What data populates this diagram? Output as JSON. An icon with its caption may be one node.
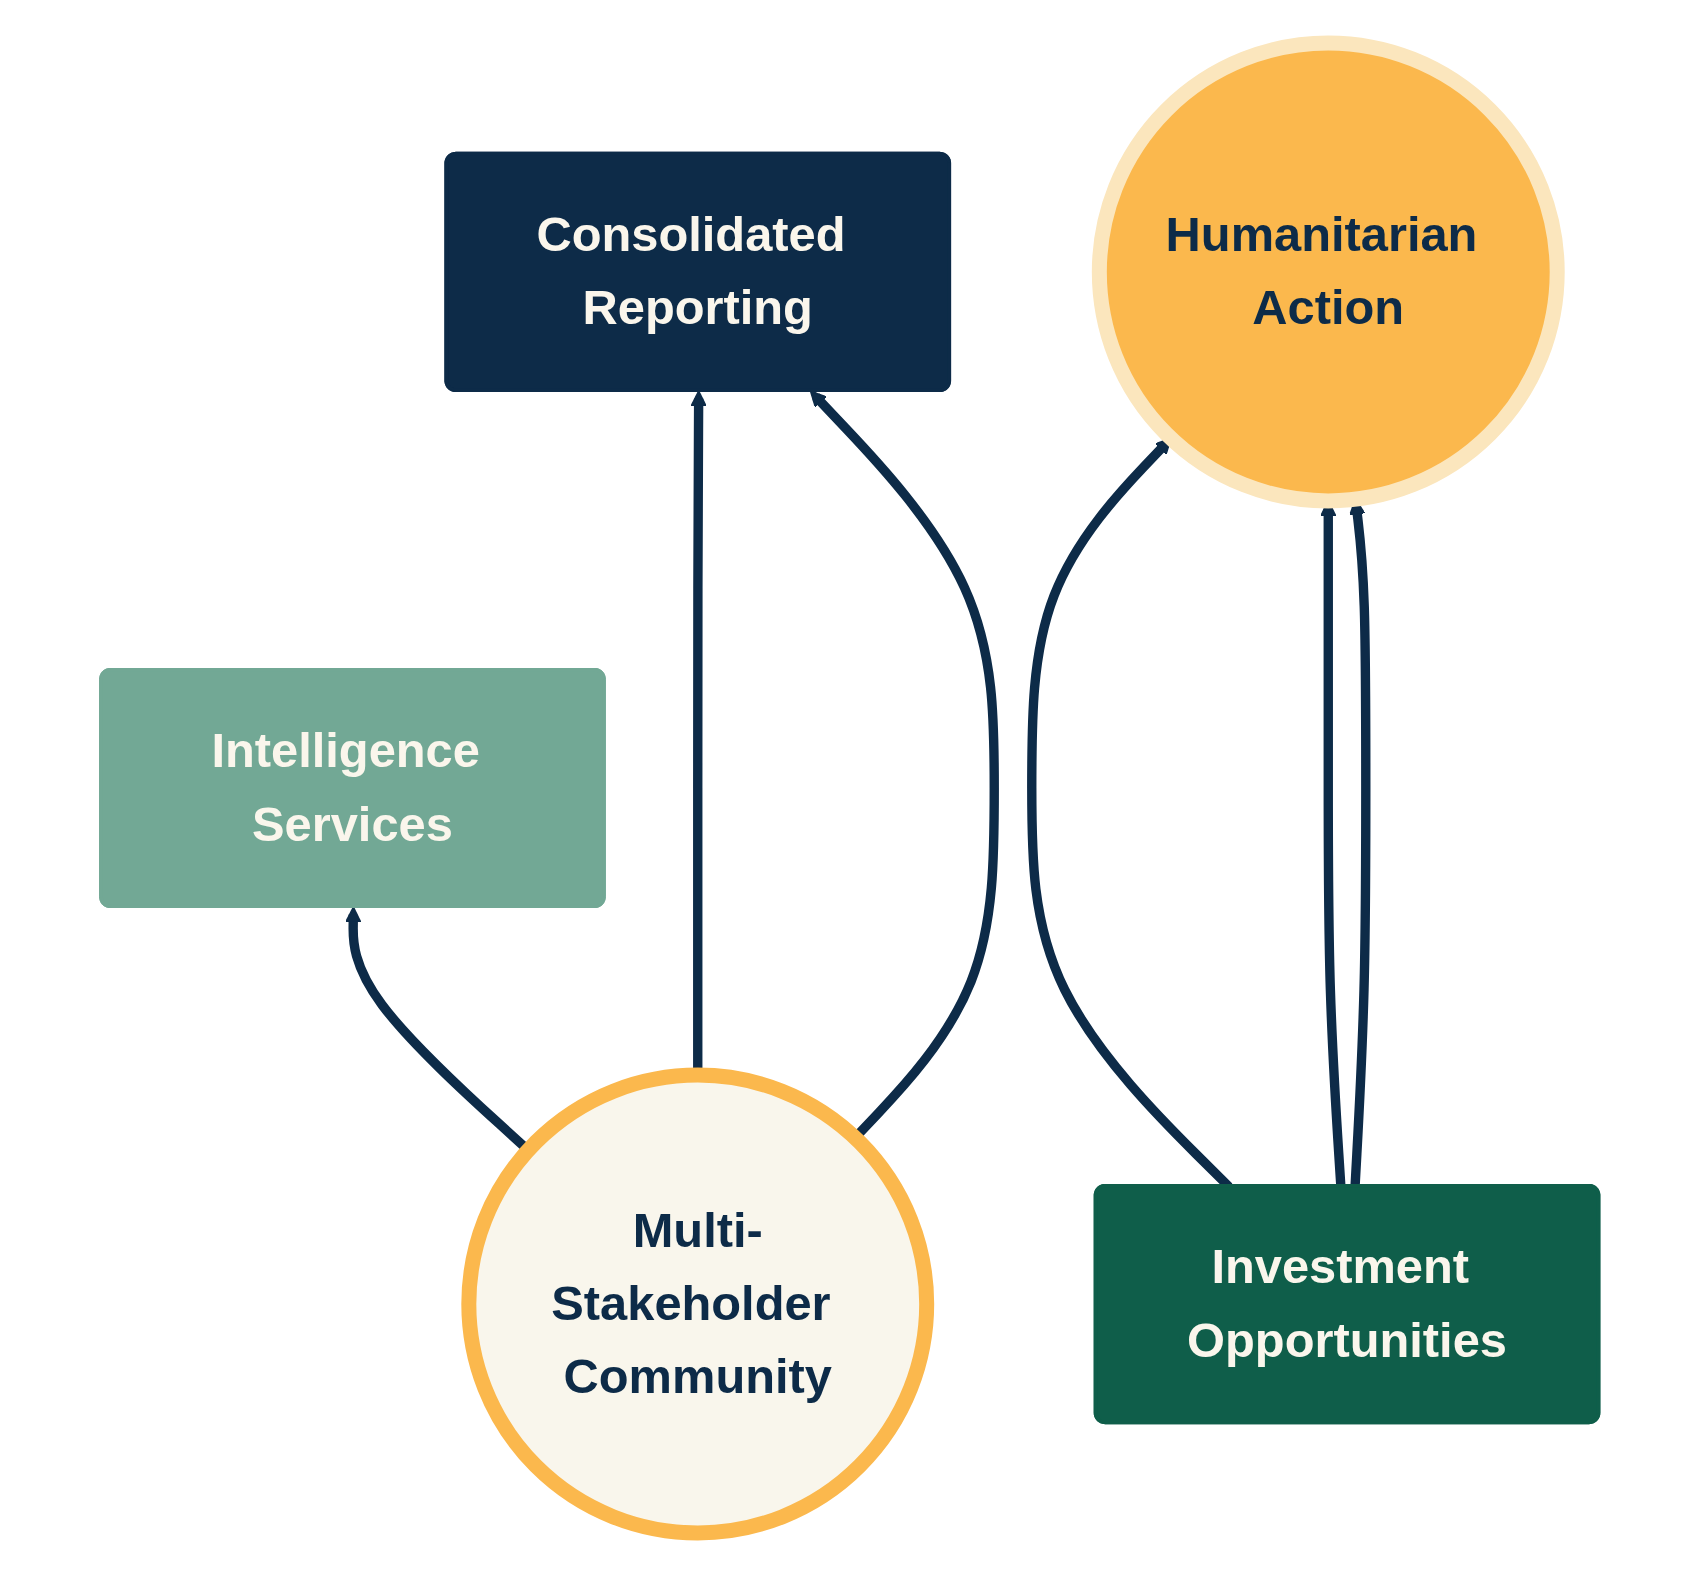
{
  "diagram": {
    "nodes": [
      {
        "text": [
          "Humanitarian Action"
        ]
      },
      {
        "text": [
          "Investment Opportunities"
        ]
      },
      {
        "text": [
          "Intelligence Services"
        ]
      },
      {
        "text": [
          "Consolidated Reporting"
        ]
      },
      {
        "text": [
          "Multi-Stakeholder Community"
        ]
      }
    ],
    "edges": [
      {
        "from": 4,
        "to": 2,
        "arrow": "to"
      },
      {
        "from": 4,
        "to": 3,
        "arrow": "to"
      },
      {
        "from": 4,
        "to": 3,
        "arrow": "to"
      },
      {
        "from": 1,
        "to": 0,
        "arrow": "to"
      },
      {
        "from": 1,
        "to": 0,
        "arrow": "to"
      },
      {
        "from": 1,
        "to": 0,
        "arrow": "to"
      }
    ]
  }
}
